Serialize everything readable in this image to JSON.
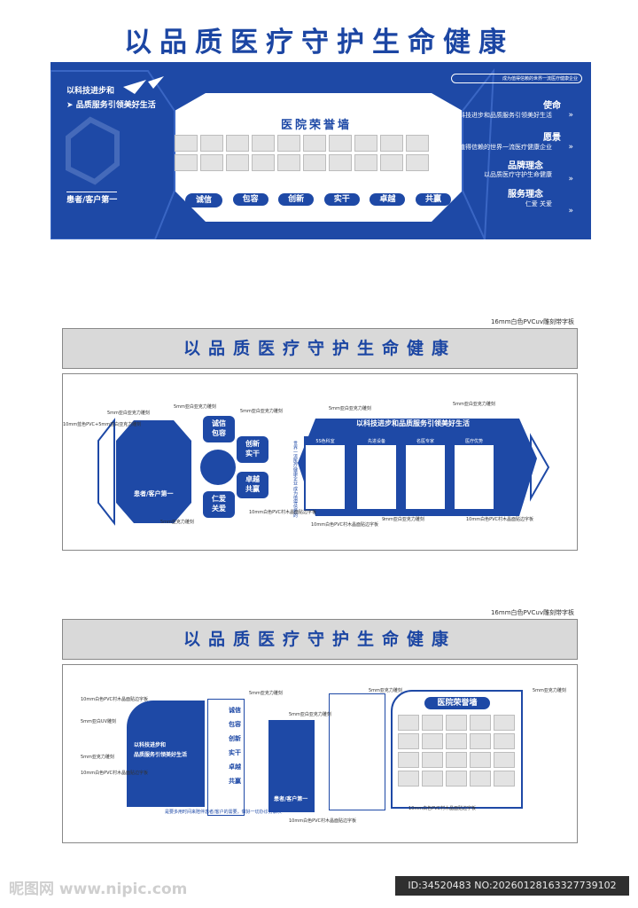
{
  "main_title": "以品质医疗守护生命健康",
  "panel1": {
    "slogan_line1": "以科技进步和",
    "slogan_line2": "品质服务引领美好生活",
    "left_bottom": "患者/客户第一",
    "center_title": "医院荣誉墙",
    "pills": [
      "诚信",
      "包容",
      "创新",
      "实干",
      "卓越",
      "共赢"
    ],
    "top_right_badge": "成为值得信赖的世界一流医疗健康企业",
    "items": [
      {
        "title": "使命",
        "desc": "以科技进步和品质服务引领美好生活"
      },
      {
        "title": "愿景",
        "desc": "成为值得信赖的世界一流医疗健康企业"
      },
      {
        "title": "品牌理念",
        "desc": "以品质医疗守护生命健康"
      },
      {
        "title": "服务理念",
        "desc": "仁爱 关爱"
      }
    ]
  },
  "section2": {
    "note": "16mm白色PVCuv雕刻带字板",
    "band_title": "以品质医疗守护生命健康",
    "banner": "以科技进步和品质服务引领美好生活",
    "left_bottom": "患者/客户第一",
    "hexes": [
      "诚信包容",
      "创新实干",
      "卓越共赢",
      "仁爱关爱"
    ],
    "vertical_text": "世界一流医疗健康企业 成为值得信赖的",
    "cards": [
      "5S色科室",
      "先进设备",
      "名医专家",
      "医疗优势"
    ],
    "annotations": [
      "5mm亚白亚克力雕刻",
      "5mm亚白亚克力雕刻",
      "10mm蓝色PVC+5mm亚白亚克力雕刻",
      "5mm亚白亚克力雕刻",
      "5mm亚白亚克力雕刻",
      "5mm亚白亚克力雕刻",
      "10mm白色PVC村木晶面贴边字板",
      "5mm亚克力雕刻",
      "9mm亚白亚克力雕刻",
      "10mm白色PVC村木晶面贴边字板",
      "10mm白色PVC村木晶面贴边字板"
    ]
  },
  "section3": {
    "note": "16mm白色PVCuv雕刻带字板",
    "band_title": "以品质医疗守护生命健康",
    "slogan_line1": "以科技进步和",
    "slogan_line2": "品质服务引领美好生活",
    "values": [
      "诚信",
      "包容",
      "创新",
      "实干",
      "卓越",
      "共赢"
    ],
    "small_left": "患者/客户第一",
    "honor_title": "医院荣誉墙",
    "bottom_text": "是要多用时间来陪伴患者/客户的需要，做好一切办诊务解决",
    "annotations": [
      "10mm白色PVC村木晶面贴边字板",
      "5mm亚白UV雕刻",
      "5mm亚克力雕刻",
      "10mm白色PVC村木晶面贴边字板",
      "5mm亚克力雕刻",
      "5mm亚白亚克力雕刻",
      "5mm亚克力雕刻",
      "10mm白色PVC村木晶面贴边字板",
      "5mm亚克力雕刻",
      "10mm白色PVC村木晶面贴边字板"
    ]
  },
  "watermark": {
    "site": "昵图网 www.nipic.com",
    "id_line": "ID:34520483 NO:20260128163327739102"
  }
}
